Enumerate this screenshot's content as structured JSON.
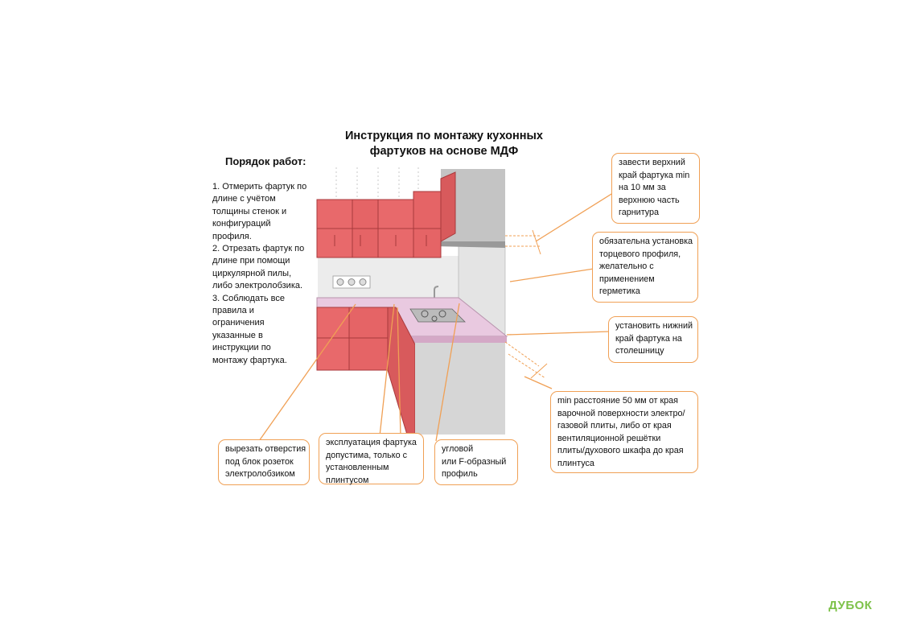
{
  "title_lines": [
    "Инструкция по монтажу кухонных",
    "фартуков на основе МДФ"
  ],
  "steps": {
    "heading": "Порядок работ:",
    "lines": [
      "1. Отмерить фартук по",
      "длине с учётом",
      "толщины стенок и",
      "конфигураций",
      "профиля.",
      "2. Отрезать фартук  по",
      "длине при помощи",
      "циркулярной пилы,",
      "либо электролобзика.",
      "3. Соблюдать все",
      "правила и",
      "ограничения",
      "указанные в",
      "инструкции по",
      "монтажу фартука."
    ]
  },
  "callouts": {
    "top_edge": [
      "завести верхний",
      "край фартука min",
      "на 10 мм за",
      "верхнюю часть",
      "гарнитура"
    ],
    "end_profile": [
      "обязательна установка",
      "торцевого профиля,",
      "желательно с",
      "применением",
      "герметика"
    ],
    "bottom_edge": [
      "установить нижний",
      "край фартука на",
      "столешницу"
    ],
    "min_distance": [
      "min расстояние 50 мм от края",
      "варочной поверхности электро/",
      "газовой плиты, либо от края",
      "вентиляционной решётки",
      "плиты/духового шкафа до края",
      "плинтуса"
    ],
    "sockets": [
      "вырезать отверстия",
      "под блок розеток",
      "электролобзиком"
    ],
    "operation": [
      "эксплуатация фартука",
      "допустима, только с",
      "установленным",
      "плинтусом"
    ],
    "corner_profile": [
      "угловой",
      "или F-образный",
      "профиль"
    ]
  },
  "logo": "ДУБОК",
  "colors": {
    "cabinet": "#e8696b",
    "callout_border": "#f0a055",
    "logo": "#7ec24a",
    "countertop": "#e9c9e0"
  }
}
